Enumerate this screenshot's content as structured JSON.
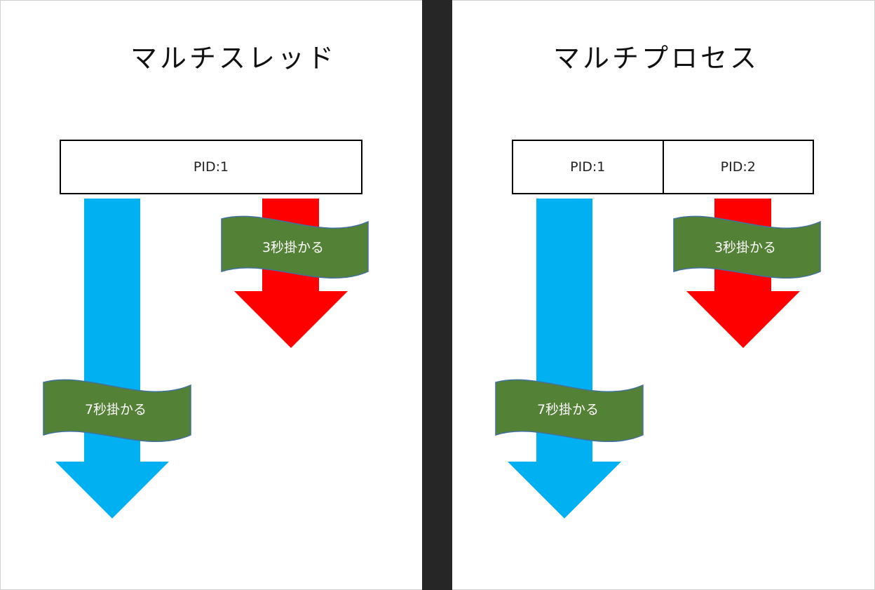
{
  "colors": {
    "divider": "#262626",
    "long_arrow": "#00b0f0",
    "short_arrow": "#ff0000",
    "banner_fill": "#538135",
    "banner_stroke": "#41719c"
  },
  "left": {
    "title": "マルチスレッド",
    "pids": [
      "PID:1"
    ],
    "short_label": "3秒掛かる",
    "long_label": "7秒掛かる"
  },
  "right": {
    "title": "マルチプロセス",
    "pids": [
      "PID:1",
      "PID:2"
    ],
    "short_label": "3秒掛かる",
    "long_label": "7秒掛かる"
  }
}
